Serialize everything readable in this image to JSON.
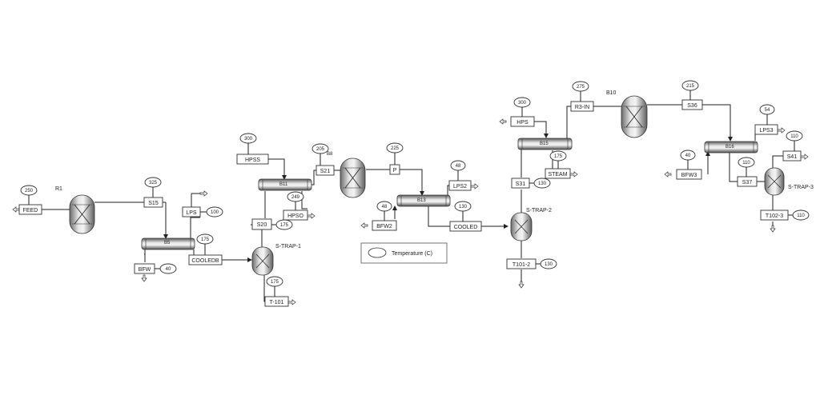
{
  "diagram": {
    "blocks": {
      "r1": "R1",
      "b5": "B5",
      "b11": "B11",
      "b13": "B13",
      "b15": "B15",
      "b16": "B16",
      "b10": "B10",
      "b8": "B8",
      "strap1": "S-TRAP-1",
      "strap2": "S-TRAP-2",
      "strap3": "S-TRAP-3"
    },
    "streams": {
      "feed": "FEED",
      "s15": "S15",
      "lps": "LPS",
      "bfw": "BFW",
      "cooledb": "COOLEDB",
      "hpss": "HPSS",
      "s21": "S21",
      "hpso": "HPSO",
      "s20": "S20",
      "t101": "T-101",
      "p": "P",
      "lps2": "LPS2",
      "bfw2": "BFW2",
      "cooled": "COOLED",
      "hps": "HPS",
      "r3in": "R3-IN",
      "steam": "STEAM",
      "s31": "S31",
      "t1012": "T101-2",
      "s36": "S36",
      "lps3": "LPS3",
      "s41": "S41",
      "bfw3": "BFW3",
      "s37": "S37",
      "t1023": "T102-3"
    },
    "temps": {
      "feed": "250",
      "s15": "325",
      "lps": "100",
      "bfw": "40",
      "cooledb": "175",
      "hpss": "300",
      "s21": "205",
      "hpso": "249",
      "s20": "175",
      "t101": "175",
      "p": "225",
      "lps2": "48",
      "bfw2": "48",
      "cooled": "130",
      "hps": "300",
      "r3in": "275",
      "steam": "175",
      "s31": "130",
      "t1012": "130",
      "s36": "215",
      "lps3": "54",
      "s41": "110",
      "bfw3": "40",
      "s37": "110",
      "t1023": "110"
    },
    "legend": {
      "label": "Temperature (C)"
    }
  }
}
